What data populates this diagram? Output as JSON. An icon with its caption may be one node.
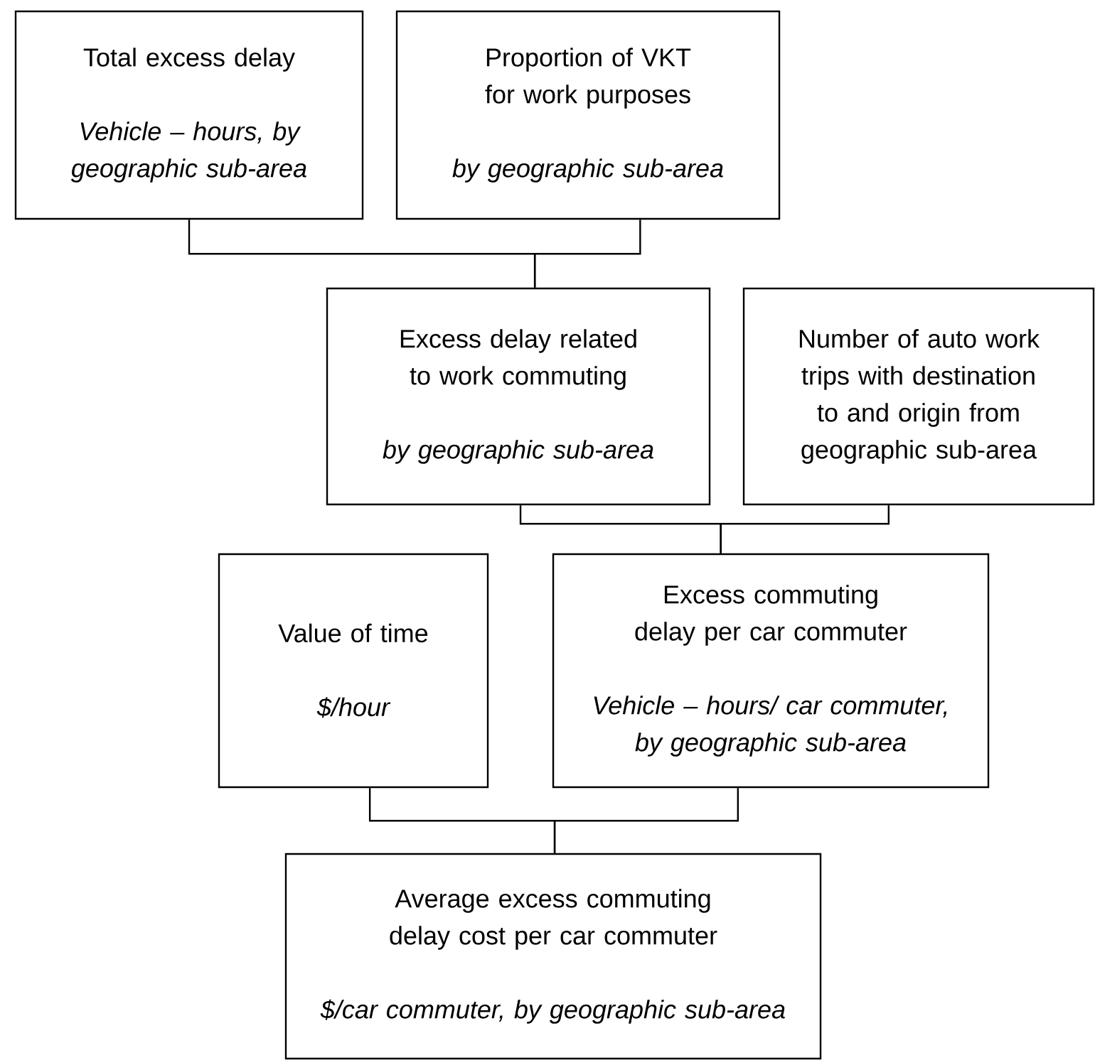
{
  "diagram": {
    "nodes": [
      {
        "text": [
          "Total  excess delay",
          "Vehicle – hours, by geographic sub-area"
        ]
      },
      {
        "text": [
          "Proportion of VKT for work purposes",
          "by geographic sub-area"
        ]
      },
      {
        "text": [
          "Excess delay related to work commuting",
          "by geographic sub-area"
        ]
      },
      {
        "text": [
          "Number of auto work trips with destination to and origin from geographic sub-area"
        ]
      },
      {
        "text": [
          "Value of time",
          "$/hour"
        ]
      },
      {
        "text": [
          "Excess commuting delay per car commuter",
          "Vehicle – hours/ car commuter, by geographic sub-area"
        ]
      },
      {
        "text": [
          "Average excess commuting delay cost per car commuter",
          "$/car commuter, by geographic sub-area"
        ]
      }
    ],
    "edges": [
      {
        "from": 0,
        "to": 2,
        "arrow": "none"
      },
      {
        "from": 1,
        "to": 2,
        "arrow": "none"
      },
      {
        "from": 2,
        "to": 5,
        "arrow": "none"
      },
      {
        "from": 3,
        "to": 5,
        "arrow": "none"
      },
      {
        "from": 4,
        "to": 6,
        "arrow": "none"
      },
      {
        "from": 5,
        "to": 6,
        "arrow": "none"
      }
    ]
  }
}
